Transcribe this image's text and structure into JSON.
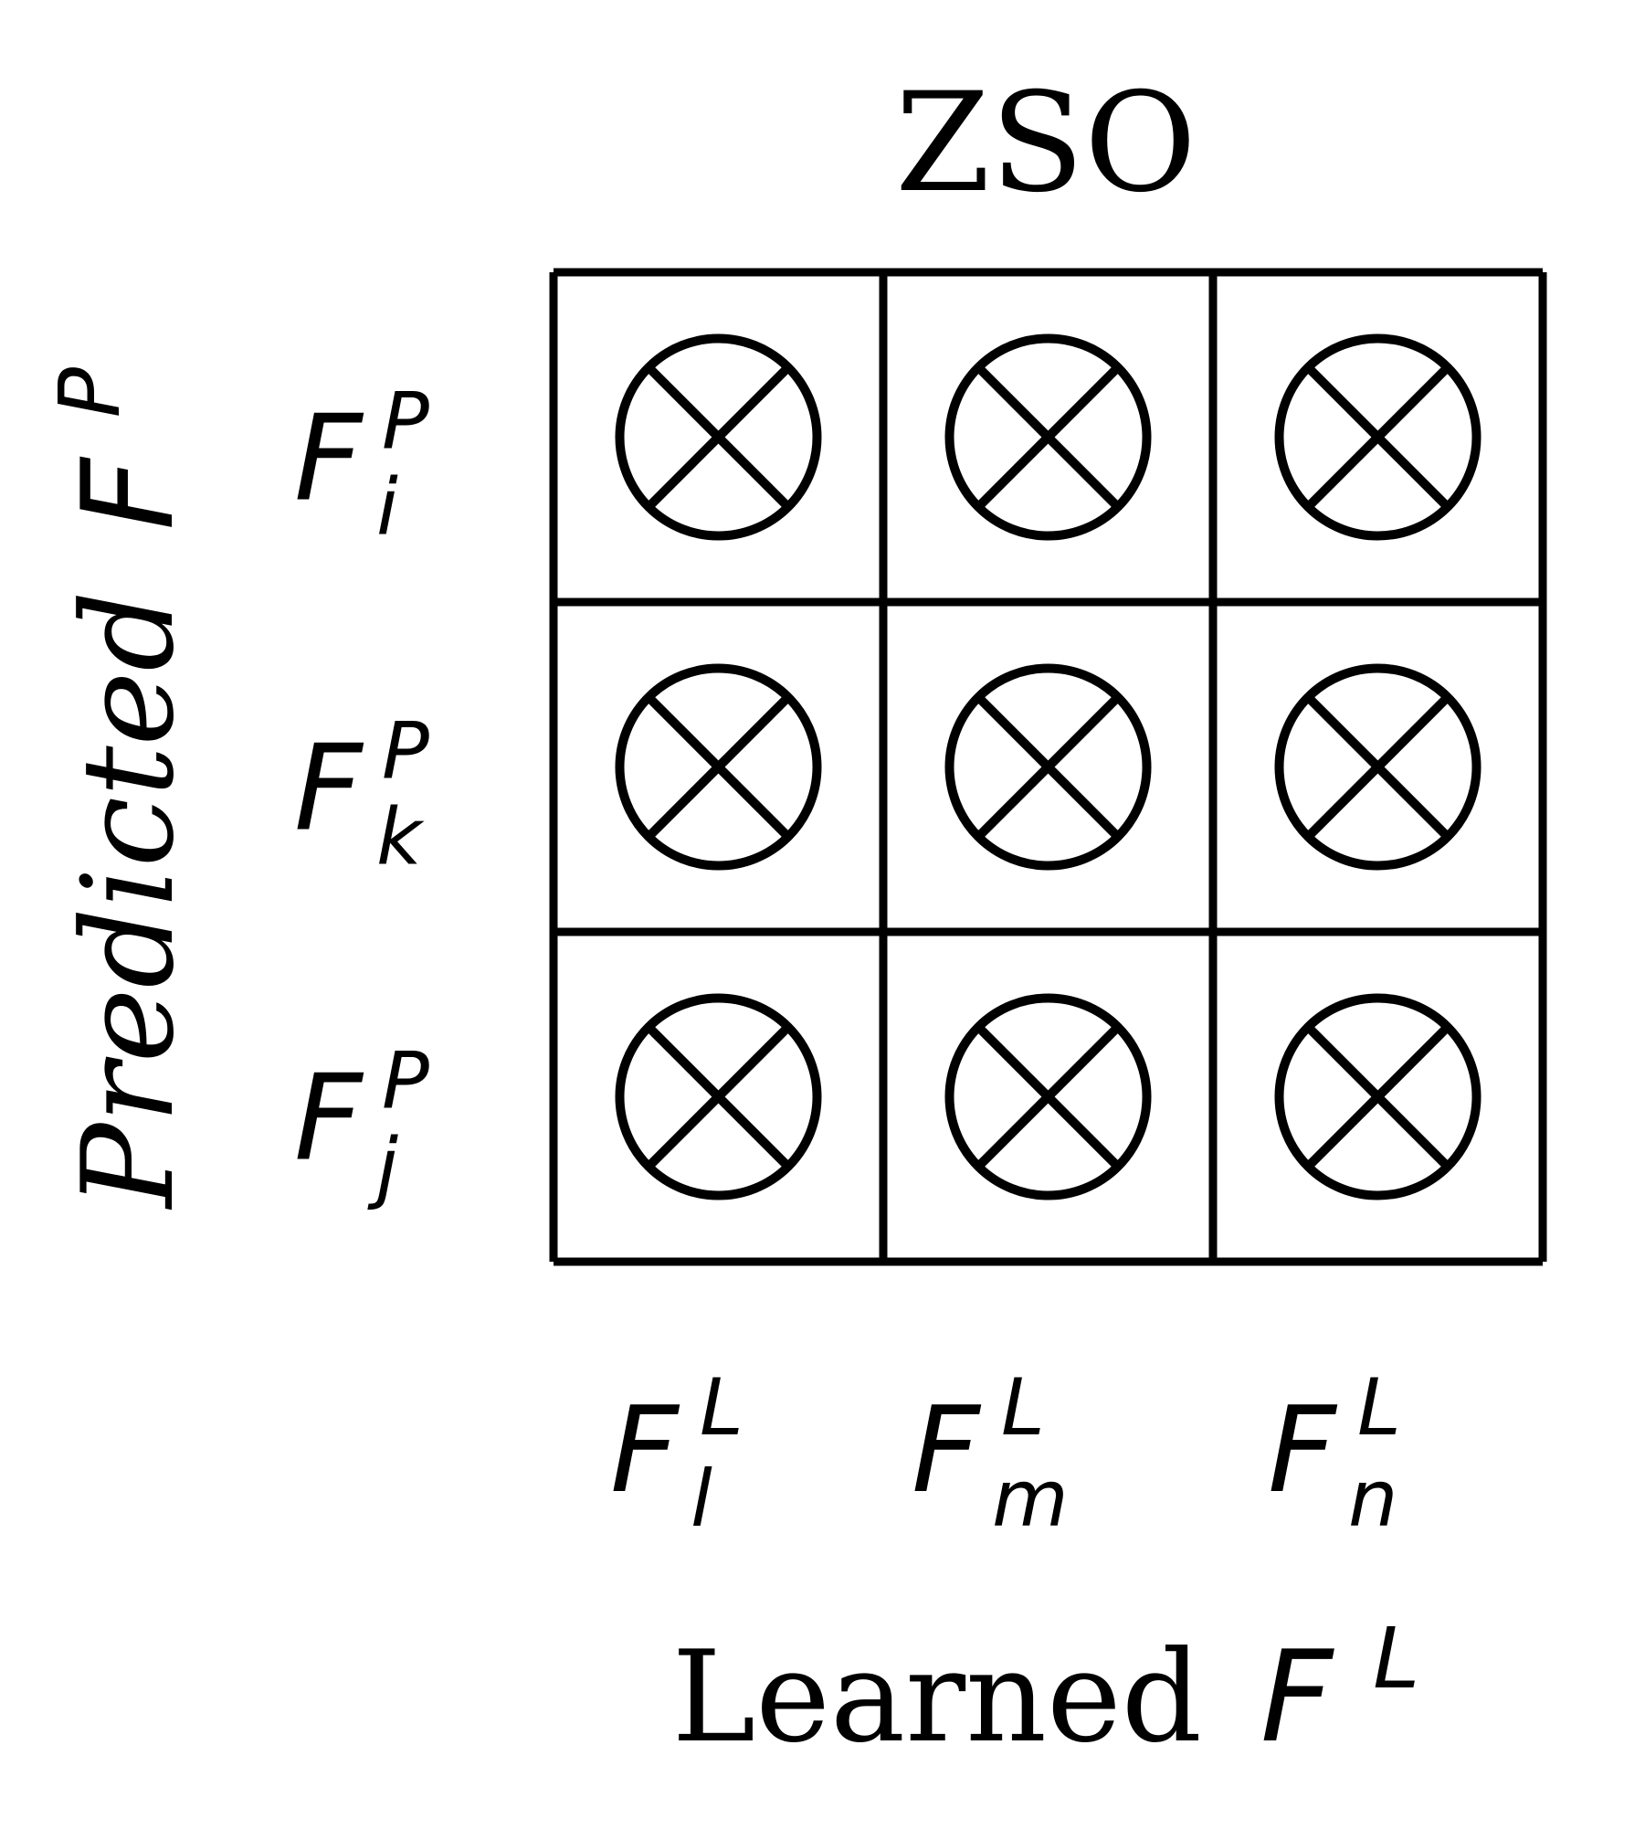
{
  "title": "ZSO",
  "x_axis": {
    "label": "Learned",
    "symbol": {
      "base": "F",
      "sup": "L"
    },
    "ticks": [
      {
        "base": "F",
        "sup": "L",
        "sub": "l"
      },
      {
        "base": "F",
        "sup": "L",
        "sub": "m"
      },
      {
        "base": "F",
        "sup": "L",
        "sub": "n"
      }
    ]
  },
  "y_axis": {
    "label": "Predicted",
    "symbol": {
      "base": "F",
      "sup": "P"
    },
    "ticks": [
      {
        "base": "F",
        "sup": "P",
        "sub": "i"
      },
      {
        "base": "F",
        "sup": "P",
        "sub": "k"
      },
      {
        "base": "F",
        "sup": "P",
        "sub": "j"
      }
    ]
  },
  "grid": {
    "rows": 3,
    "cols": 3,
    "cell_symbol": "circle-cross-icon"
  }
}
